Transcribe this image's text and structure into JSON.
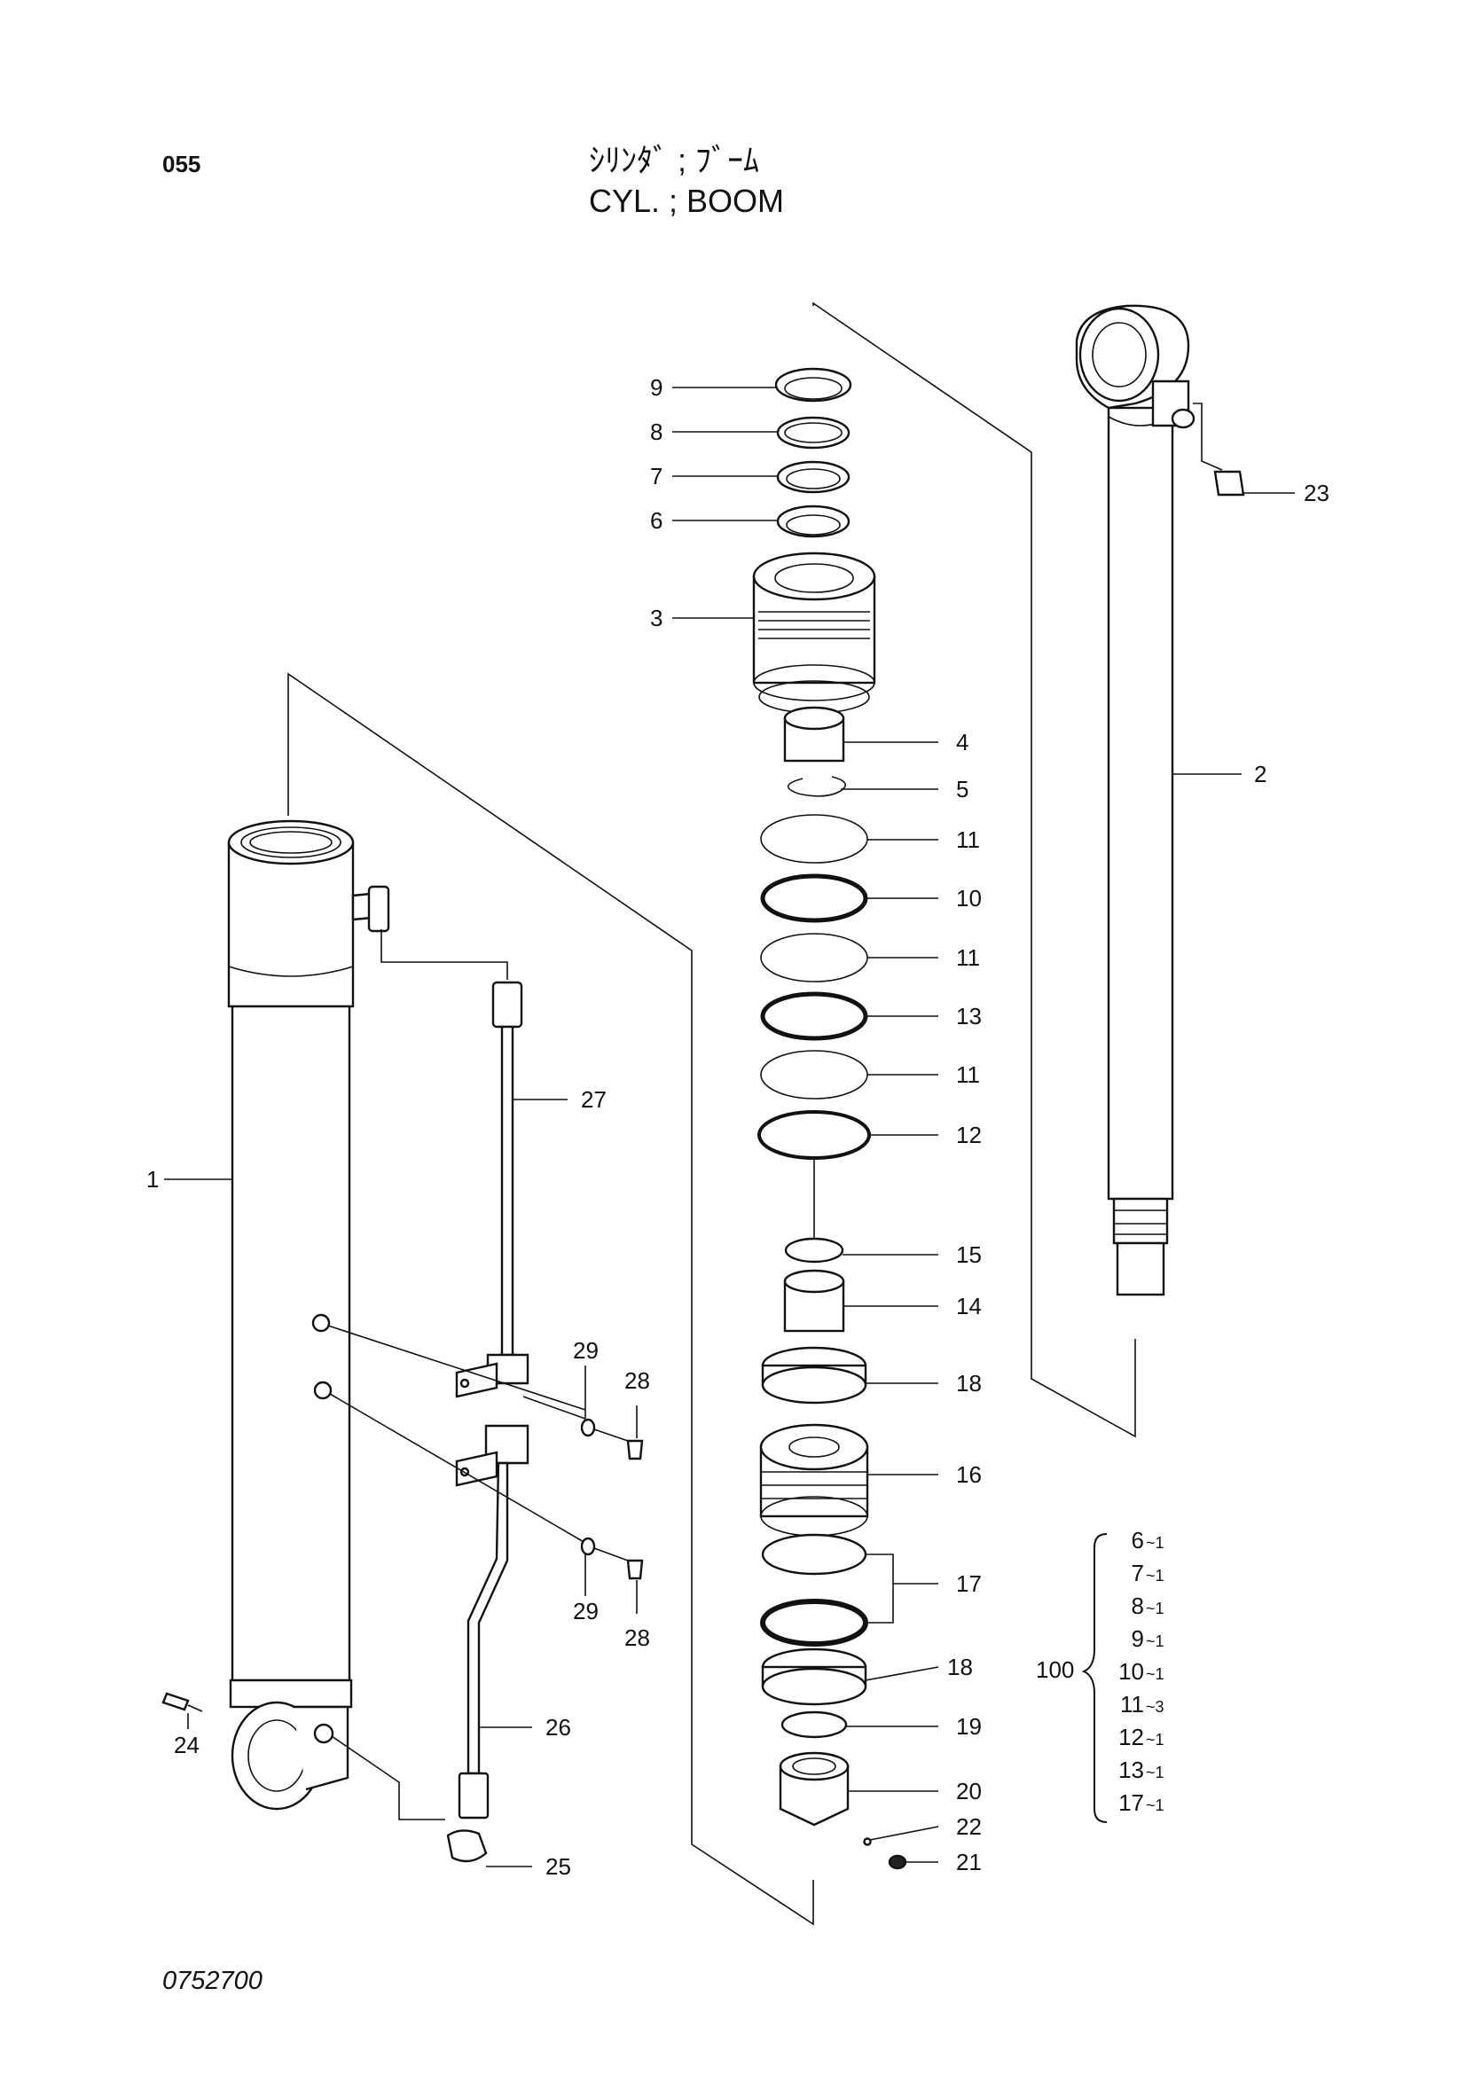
{
  "header": {
    "page_code": "055",
    "title_jp": "ｼﾘﾝﾀﾞ ; ﾌﾞｰﾑ",
    "title_en": "CYL. ; BOOM"
  },
  "footer": {
    "drawing_number": "0752700"
  },
  "callouts": {
    "p1": "1",
    "p2": "2",
    "p3": "3",
    "p4": "4",
    "p5": "5",
    "p6": "6",
    "p7": "7",
    "p8": "8",
    "p9": "9",
    "p10": "10",
    "p11a": "11",
    "p11b": "11",
    "p11c": "11",
    "p12": "12",
    "p13": "13",
    "p14": "14",
    "p15": "15",
    "p16": "16",
    "p17": "17",
    "p18a": "18",
    "p18b": "18",
    "p19": "19",
    "p20": "20",
    "p21": "21",
    "p22": "22",
    "p23": "23",
    "p24": "24",
    "p25": "25",
    "p26": "26",
    "p27": "27",
    "p28a": "28",
    "p28b": "28",
    "p29a": "29",
    "p29b": "29"
  },
  "kit": {
    "number": "100",
    "items": [
      {
        "part": "6",
        "qty": "~1"
      },
      {
        "part": "7",
        "qty": "~1"
      },
      {
        "part": "8",
        "qty": "~1"
      },
      {
        "part": "9",
        "qty": "~1"
      },
      {
        "part": "10",
        "qty": "~1"
      },
      {
        "part": "11",
        "qty": "~3"
      },
      {
        "part": "12",
        "qty": "~1"
      },
      {
        "part": "13",
        "qty": "~1"
      },
      {
        "part": "17",
        "qty": "~1"
      }
    ]
  }
}
